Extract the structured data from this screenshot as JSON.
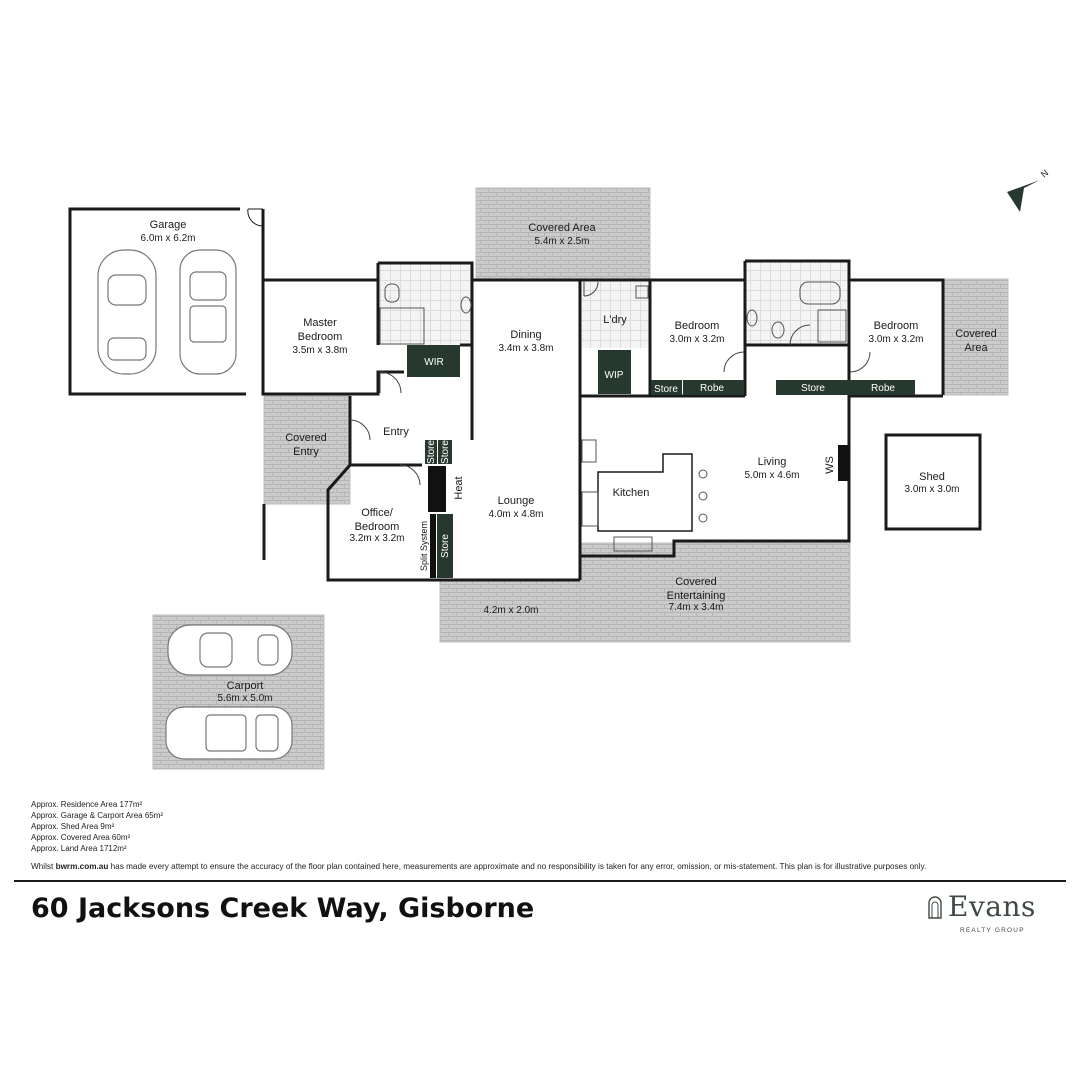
{
  "rooms": {
    "garage": {
      "name": "Garage",
      "dim": "6.0m x 6.2m"
    },
    "covered_area_top": {
      "name": "Covered Area",
      "dim": "5.4m x 2.5m"
    },
    "master_bedroom": {
      "name1": "Master",
      "name2": "Bedroom",
      "dim": "3.5m x 3.8m"
    },
    "wir": {
      "name": "WIR"
    },
    "dining": {
      "name": "Dining",
      "dim": "3.4m x 3.8m"
    },
    "laundry": {
      "name": "L'dry"
    },
    "wip": {
      "name": "WIP"
    },
    "bedroom2": {
      "name": "Bedroom",
      "dim": "3.0m x 3.2m"
    },
    "bedroom3": {
      "name": "Bedroom",
      "dim": "3.0m x 3.2m"
    },
    "covered_area_right": {
      "name1": "Covered",
      "name2": "Area"
    },
    "store_left": {
      "name": "Store"
    },
    "robe_left": {
      "name": "Robe"
    },
    "store_right": {
      "name": "Store"
    },
    "robe_right": {
      "name": "Robe"
    },
    "covered_entry": {
      "name1": "Covered",
      "name2": "Entry"
    },
    "entry": {
      "name": "Entry"
    },
    "store_a": {
      "name": "Store"
    },
    "store_b": {
      "name": "Store"
    },
    "heat": {
      "name": "Heat"
    },
    "split_system": {
      "name": "Split System"
    },
    "store_c": {
      "name": "Store"
    },
    "office": {
      "name1": "Office/",
      "name2": "Bedroom",
      "dim": "3.2m x 3.2m"
    },
    "lounge": {
      "name": "Lounge",
      "dim": "4.0m x 4.8m"
    },
    "kitchen": {
      "name": "Kitchen"
    },
    "living": {
      "name": "Living",
      "dim": "5.0m x 4.6m"
    },
    "ws": {
      "name": "WS"
    },
    "shed": {
      "name": "Shed",
      "dim": "3.0m x 3.0m"
    },
    "deck": {
      "dim": "4.2m x 2.0m"
    },
    "covered_entertaining": {
      "name1": "Covered",
      "name2": "Entertaining",
      "dim": "7.4m x 3.4m"
    },
    "carport": {
      "name": "Carport",
      "dim": "5.6m x 5.0m"
    }
  },
  "areas": [
    "Approx. Residence Area 177m²",
    "Approx. Garage & Carport Area 65m²",
    "Approx. Shed Area 9m²",
    "Approx. Covered Area 60m²",
    "Approx. Land Area 1712m²"
  ],
  "disclaimer": {
    "prefix": "Whilst ",
    "site": "bwrm.com.au",
    "text": " has made every attempt to ensure the accuracy of the floor plan contained here, measurements are approximate and no responsibility is taken for any error, omission, or mis-statement. This plan is for illustrative purposes only."
  },
  "address": "60 Jacksons Creek Way, Gisborne",
  "logo": {
    "name": "Evans",
    "tagline": "REALTY GROUP"
  },
  "compass": {
    "label": "N",
    "icon": "north-arrow-icon"
  },
  "colors": {
    "wall": "#1a1a1a",
    "paving": "#c9c9c9",
    "joinery": "#27392e",
    "logo": "#3f4a40"
  }
}
